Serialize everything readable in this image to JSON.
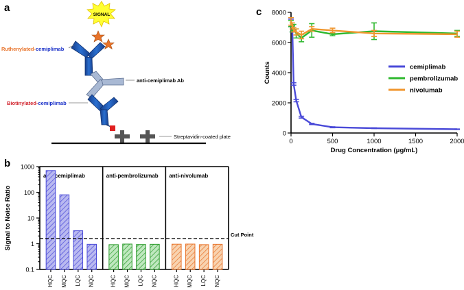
{
  "panels": {
    "a": {
      "label": "a",
      "signal_text": "SIGNAL",
      "ruthenylated_prefix": "Ruthenylated-",
      "ruthenylated_suffix": "cemiplimab",
      "anti_ab_label": "anti-cemiplimab Ab",
      "biotinylated_prefix": "Biotinylated-",
      "biotinylated_suffix": "cemiplimab",
      "plate_label": "Streptavidin-coated plate",
      "colors": {
        "ruthenylated": "#e8732a",
        "biotinylated": "#d0202a",
        "cemiplimab_text": "#1a30c8",
        "antibody_blue": "#1f5fb8",
        "antibody_gray": "#a9b9d4",
        "star": "#e8732a",
        "signal_burst": "#ffff33"
      }
    },
    "b": {
      "label": "b"
    },
    "c": {
      "label": "c"
    }
  },
  "chart_data": [
    {
      "panel": "b",
      "type": "bar",
      "ylabel": "Signal to Noise Ratio",
      "yscale": "log",
      "ylim": [
        0.1,
        1000
      ],
      "yticks": [
        "0.1",
        "1",
        "10",
        "100",
        "1000"
      ],
      "cut_point": {
        "label": "Cut Point",
        "value": 1.6
      },
      "groups": [
        {
          "name": "anti-cemiplimab",
          "color": "#4a4ad8",
          "categories": [
            "HQC",
            "MQC",
            "LQC",
            "NQC"
          ],
          "values": [
            700,
            80,
            3.2,
            0.95
          ]
        },
        {
          "name": "anti-pembrolizumab",
          "color": "#2a9a2a",
          "categories": [
            "HQC",
            "MQC",
            "LQC",
            "NQC"
          ],
          "values": [
            0.92,
            0.97,
            0.93,
            0.95
          ]
        },
        {
          "name": "anti-nivolumab",
          "color": "#e8732a",
          "categories": [
            "HQC",
            "MQC",
            "LQC",
            "NQC"
          ],
          "values": [
            0.96,
            0.97,
            0.92,
            0.95
          ]
        }
      ]
    },
    {
      "panel": "c",
      "type": "line",
      "xlabel": "Drug Concentration (μg/mL)",
      "ylabel": "Counts",
      "xlim": [
        0,
        2000
      ],
      "ylim": [
        0,
        8000
      ],
      "xticks": [
        "0",
        "500",
        "1000",
        "1500",
        "2000"
      ],
      "yticks": [
        "0",
        "2000",
        "4000",
        "6000",
        "8000"
      ],
      "legend_position": "right",
      "series": [
        {
          "name": "cemiplimab",
          "color": "#4a4ad8",
          "x": [
            0,
            15.6,
            31.25,
            62.5,
            125,
            250,
            500,
            1000,
            2000
          ],
          "y": [
            7300,
            6900,
            3250,
            2150,
            1050,
            600,
            380,
            320,
            250
          ],
          "err": [
            250,
            200,
            80,
            80,
            60,
            40,
            30,
            20,
            15
          ]
        },
        {
          "name": "pembrolizumab",
          "color": "#2eb82e",
          "x": [
            0,
            15.6,
            31.25,
            62.5,
            125,
            250,
            500,
            1000,
            2000
          ],
          "y": [
            7250,
            6900,
            7000,
            6600,
            6300,
            6800,
            6550,
            6750,
            6600
          ],
          "err": [
            200,
            200,
            200,
            300,
            250,
            450,
            100,
            550,
            200
          ]
        },
        {
          "name": "nivolumab",
          "color": "#f0962e",
          "x": [
            0,
            15.6,
            31.25,
            62.5,
            125,
            250,
            500,
            1000,
            2000
          ],
          "y": [
            7400,
            7100,
            6850,
            6700,
            6500,
            6900,
            6800,
            6600,
            6550
          ],
          "err": [
            250,
            200,
            150,
            200,
            250,
            150,
            150,
            200,
            200
          ]
        }
      ]
    }
  ]
}
